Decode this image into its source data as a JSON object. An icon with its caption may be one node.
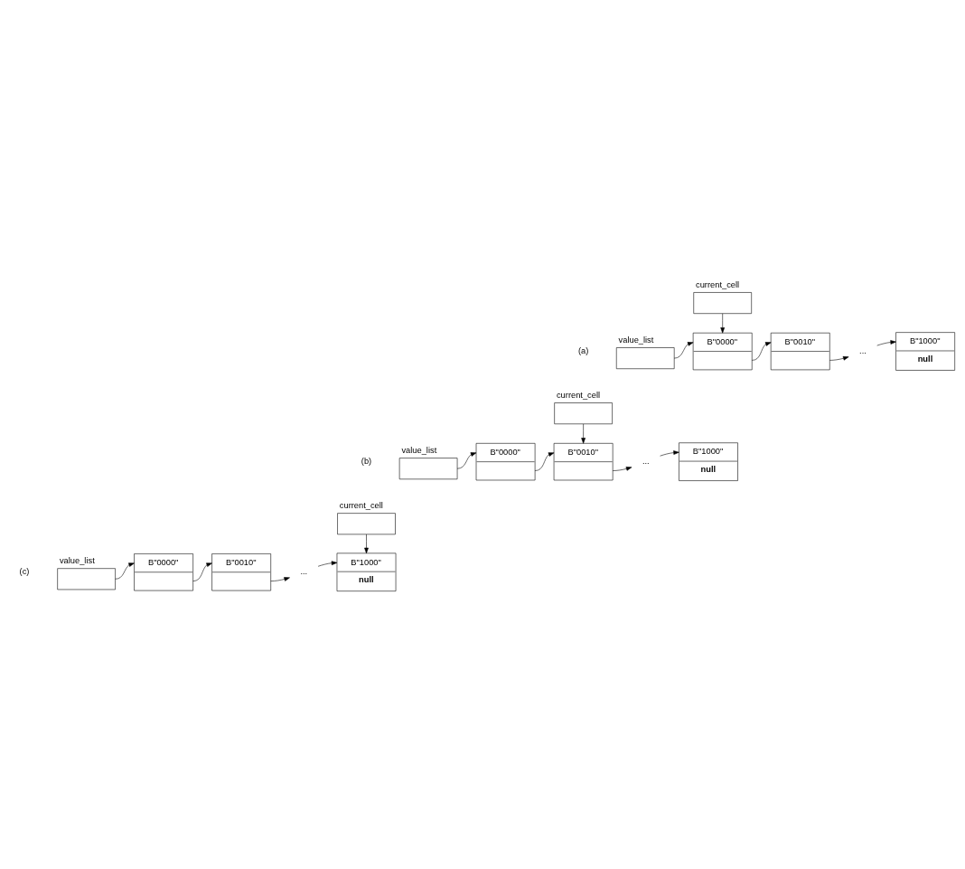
{
  "diagram": {
    "nodes": [
      {
        "text": [
          "current_cell"
        ]
      },
      {
        "text": [
          "value_list"
        ]
      },
      {
        "text": [
          "B\"0000\""
        ]
      },
      {
        "text": [
          "B\"0010\""
        ]
      },
      {
        "text": [
          "..."
        ]
      },
      {
        "text": [
          "B\"1000\"",
          "null"
        ]
      },
      {
        "text": [
          "current_cell"
        ]
      },
      {
        "text": [
          "value_list"
        ]
      },
      {
        "text": [
          "B\"0000\""
        ]
      },
      {
        "text": [
          "B\"0010\""
        ]
      },
      {
        "text": [
          "..."
        ]
      },
      {
        "text": [
          "B\"1000\"",
          "null"
        ]
      },
      {
        "text": [
          "current_cell"
        ]
      },
      {
        "text": [
          "value_list"
        ]
      },
      {
        "text": [
          "B\"0000\""
        ]
      },
      {
        "text": [
          "B\"0010\""
        ]
      },
      {
        "text": [
          "..."
        ]
      },
      {
        "text": [
          "B\"1000\"",
          "null"
        ]
      }
    ],
    "edges": [
      {
        "from": 0,
        "to": 2,
        "arrow": "to"
      },
      {
        "from": 1,
        "to": 2,
        "arrow": "to"
      },
      {
        "from": 2,
        "to": 3,
        "arrow": "to"
      },
      {
        "from": 3,
        "to": 4,
        "arrow": "to"
      },
      {
        "from": 4,
        "to": 5,
        "arrow": "to"
      },
      {
        "from": 6,
        "to": 9,
        "arrow": "to"
      },
      {
        "from": 7,
        "to": 8,
        "arrow": "to"
      },
      {
        "from": 8,
        "to": 9,
        "arrow": "to"
      },
      {
        "from": 9,
        "to": 10,
        "arrow": "to"
      },
      {
        "from": 10,
        "to": 11,
        "arrow": "to"
      },
      {
        "from": 12,
        "to": 17,
        "arrow": "to"
      },
      {
        "from": 13,
        "to": 14,
        "arrow": "to"
      },
      {
        "from": 14,
        "to": 15,
        "arrow": "to"
      },
      {
        "from": 15,
        "to": 16,
        "arrow": "to"
      },
      {
        "from": 16,
        "to": 17,
        "arrow": "to"
      }
    ],
    "labels": [
      "(a)",
      "(b)",
      "(c)"
    ]
  }
}
